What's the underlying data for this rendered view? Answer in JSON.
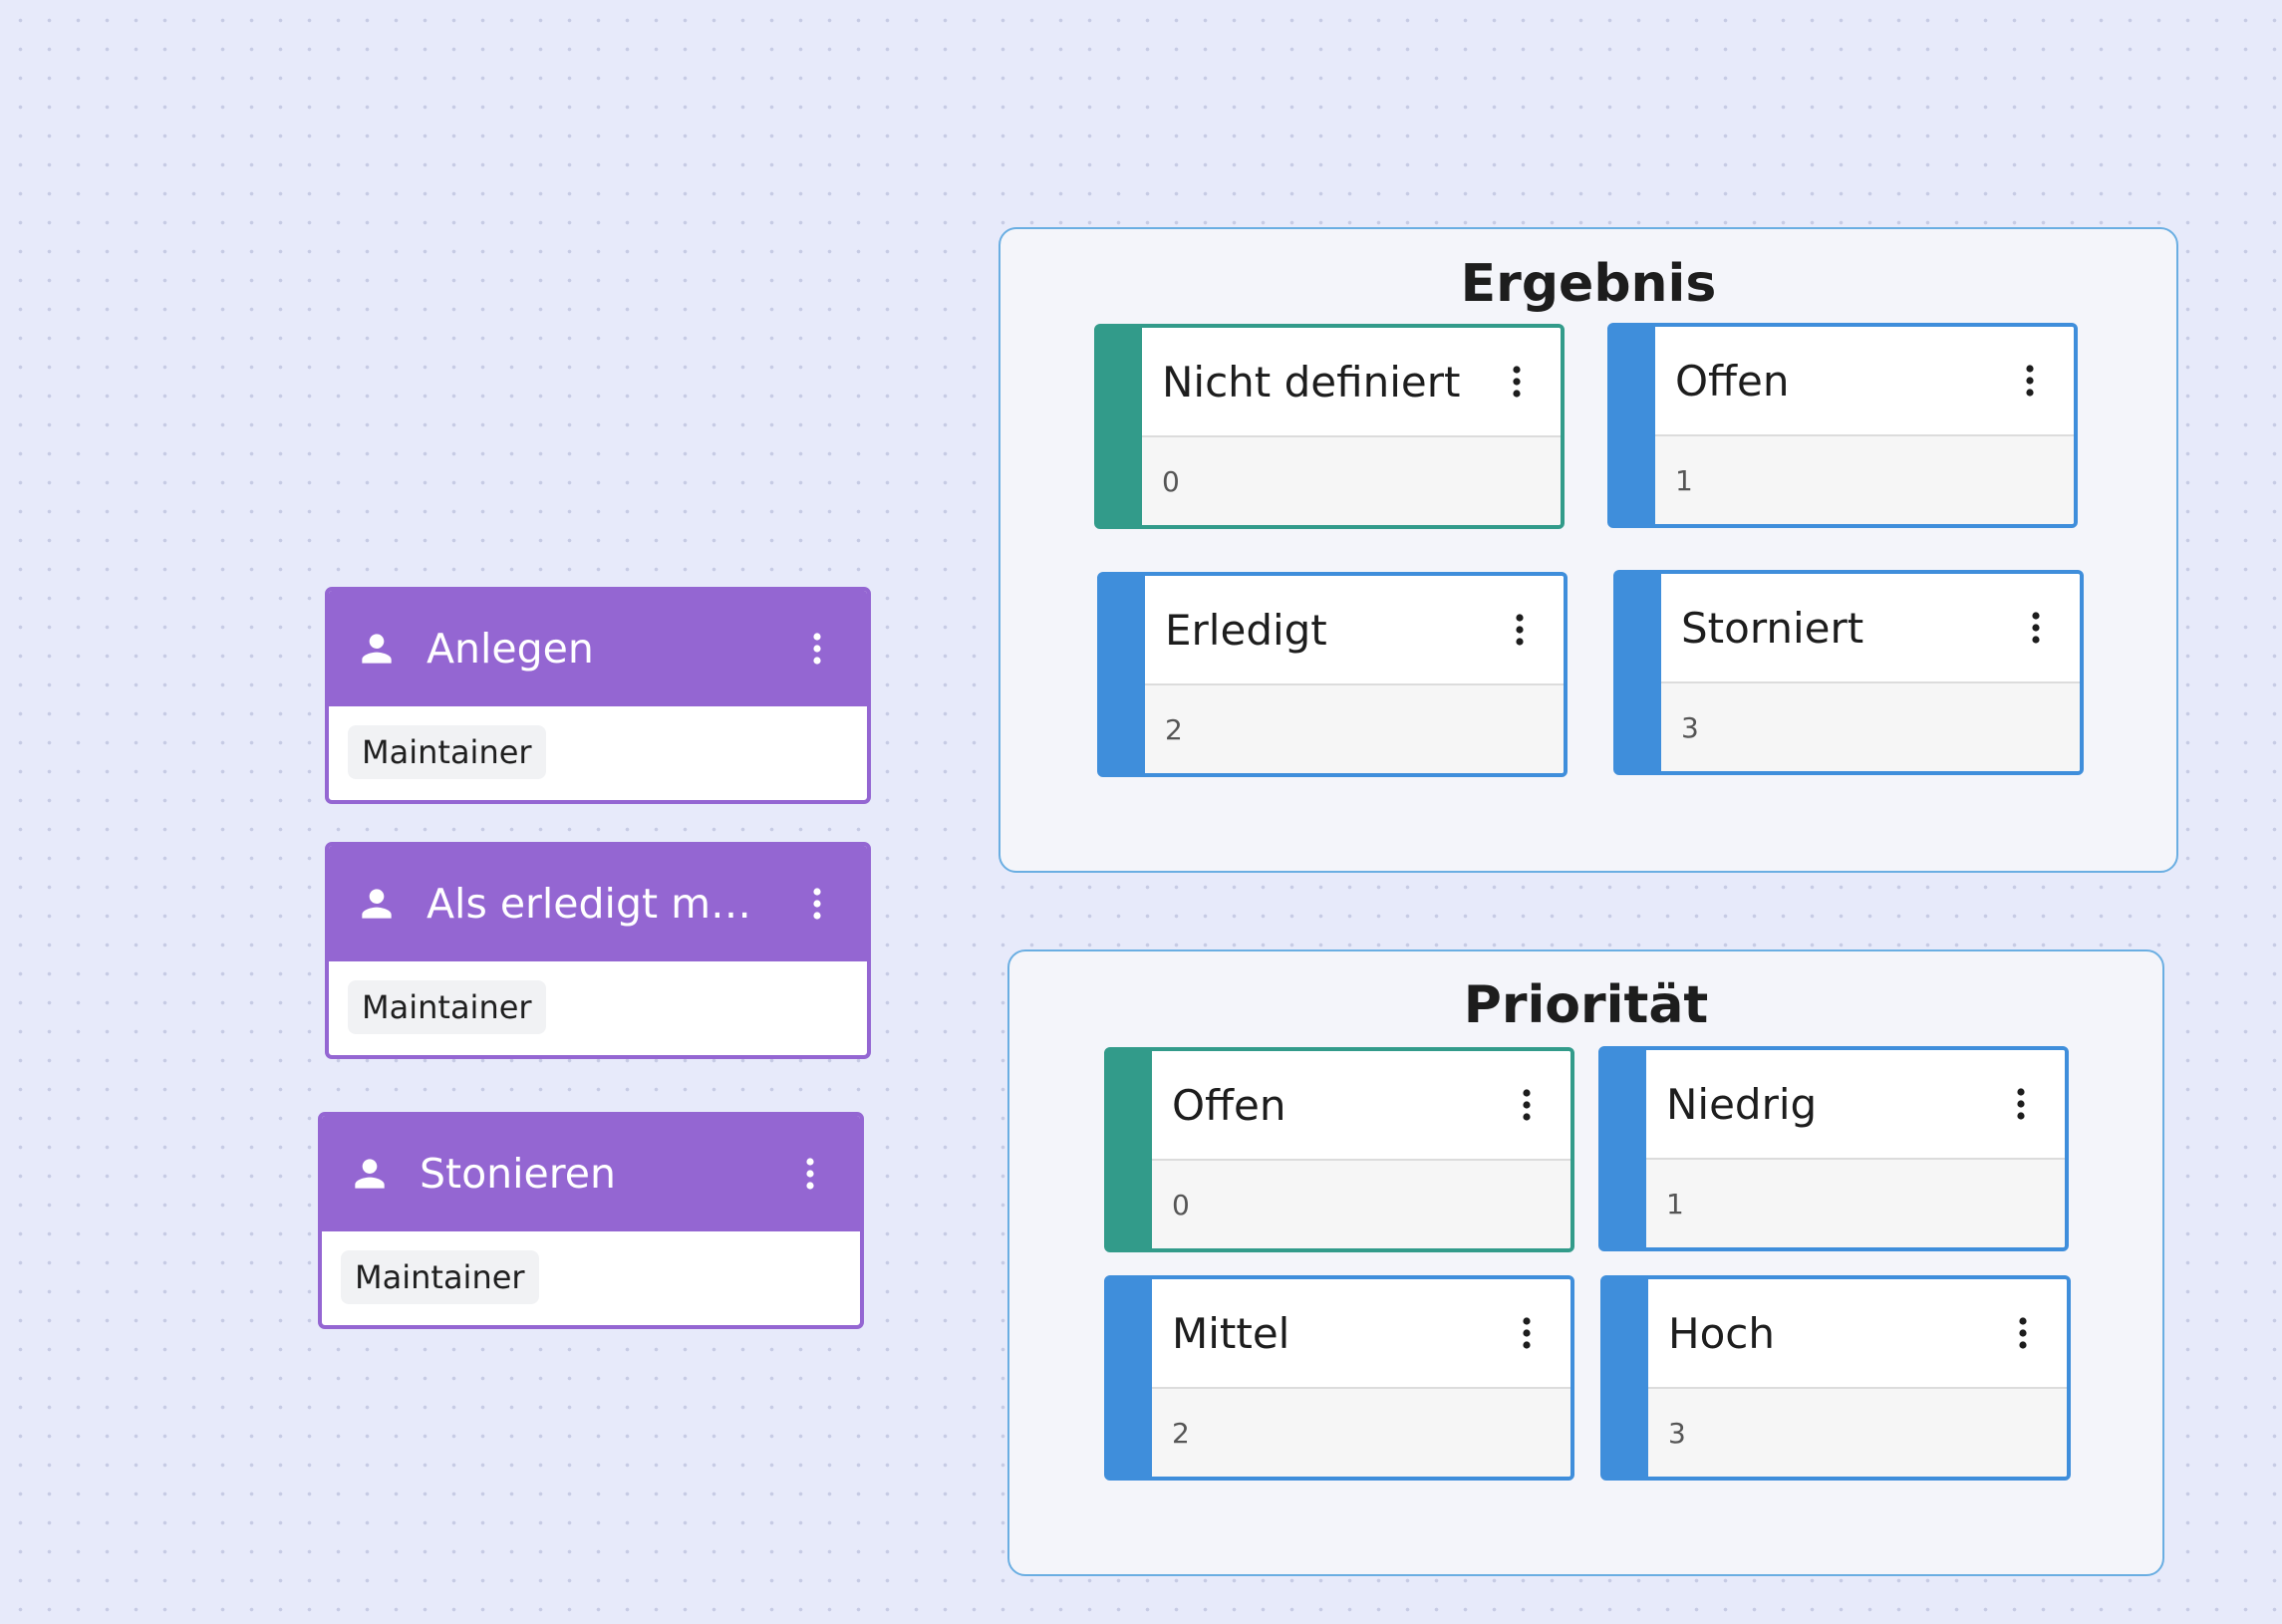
{
  "actions": [
    {
      "title": "Anlegen",
      "role": "Maintainer",
      "icon": "person-icon",
      "menu_icon": "kebab-icon"
    },
    {
      "title": "Als erledigt markieren",
      "role": "Maintainer",
      "icon": "person-icon",
      "menu_icon": "kebab-icon"
    },
    {
      "title": "Stonieren",
      "role": "Maintainer",
      "icon": "person-icon",
      "menu_icon": "kebab-icon"
    }
  ],
  "groups": {
    "ergebnis": {
      "title": "Ergebnis",
      "statuses": [
        {
          "name": "Nicht definiert",
          "value": "0",
          "color": "#329b8a"
        },
        {
          "name": "Offen",
          "value": "1",
          "color": "#3f8edb"
        },
        {
          "name": "Erledigt",
          "value": "2",
          "color": "#3f8edb"
        },
        {
          "name": "Storniert",
          "value": "3",
          "color": "#3f8edb"
        }
      ]
    },
    "prioritaet": {
      "title": "Priorität",
      "statuses": [
        {
          "name": "Offen",
          "value": "0",
          "color": "#329b8a"
        },
        {
          "name": "Niedrig",
          "value": "1",
          "color": "#3f8edb"
        },
        {
          "name": "Mittel",
          "value": "2",
          "color": "#3f8edb"
        },
        {
          "name": "Hoch",
          "value": "3",
          "color": "#3f8edb"
        }
      ]
    }
  },
  "colors": {
    "action_purple": "#9466d2",
    "status_blue": "#3f8edb",
    "status_teal": "#329b8a",
    "group_border": "#6aaee2",
    "canvas_background": "#e7eafa"
  }
}
